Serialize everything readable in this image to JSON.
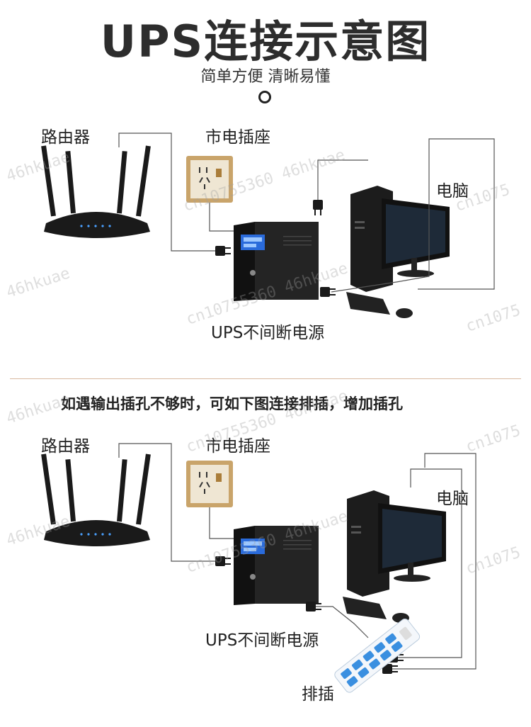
{
  "header": {
    "title": "UPS连接示意图",
    "subtitle": "简单方便 清晰易懂"
  },
  "diagram1": {
    "router_label": "路由器",
    "socket_label": "市电插座",
    "computer_label": "电脑",
    "ups_label": "UPS不间断电源"
  },
  "diagram2": {
    "note": "如遇输出插孔不够时，可如下图连接排插，增加插孔",
    "router_label": "路由器",
    "socket_label": "市电插座",
    "computer_label": "电脑",
    "ups_label": "UPS不间断电源",
    "strip_label": "排插"
  },
  "watermark": {
    "a": "46hkuae",
    "b": "cn10755360 46hkuae",
    "c": "cn1075"
  },
  "colors": {
    "wire": "#555555",
    "socket_frame": "#c9a46a",
    "socket_face": "#efe6d3",
    "device_black": "#1a1a1a",
    "screen_blue": "#2a6bdb",
    "strip_blue": "#3a8fe0"
  }
}
